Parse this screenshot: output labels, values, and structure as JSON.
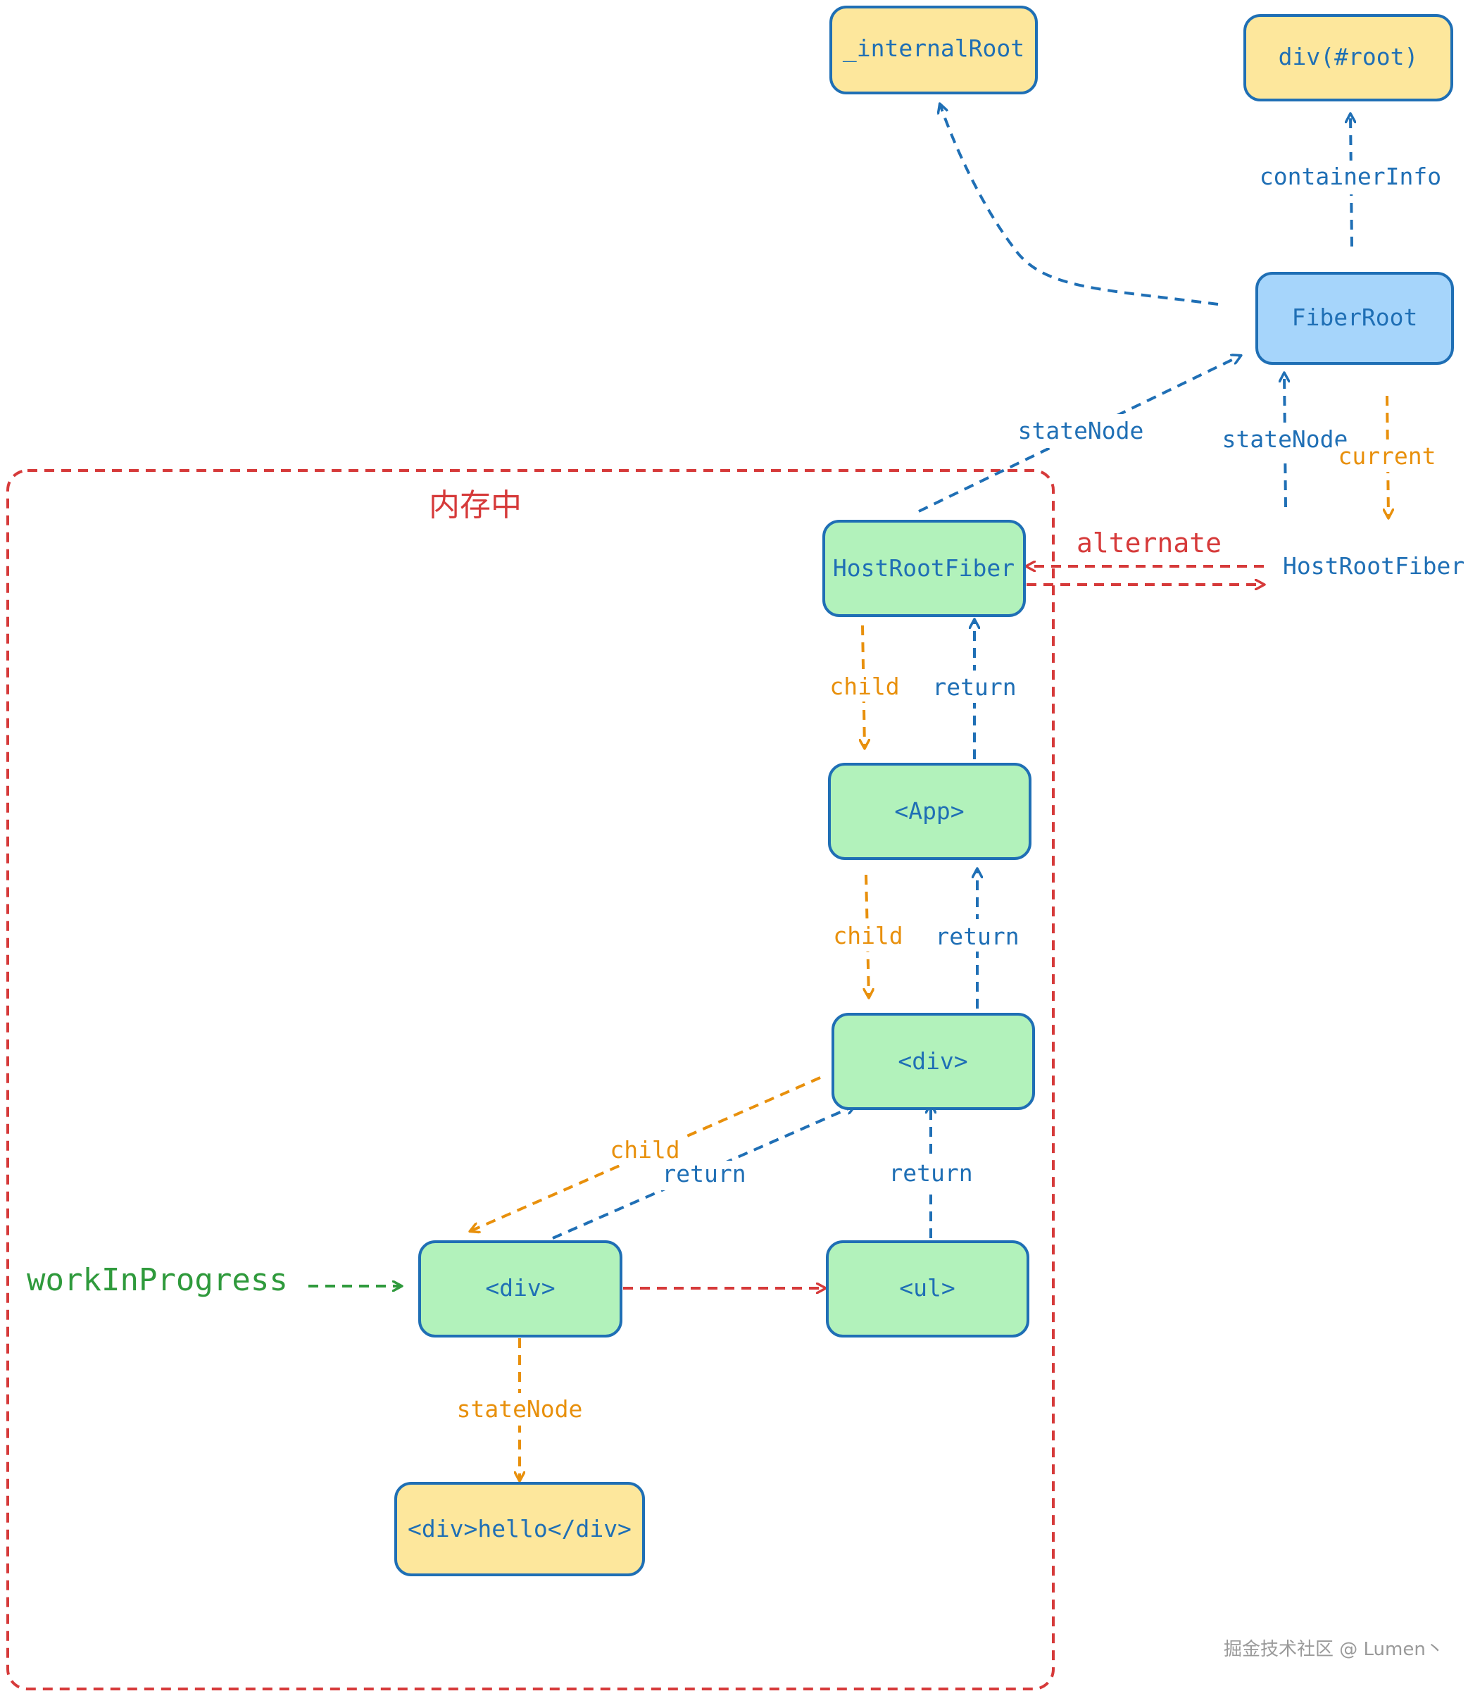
{
  "colors": {
    "blue": "#1f6fb5",
    "orange": "#e8900c",
    "red": "#d63a3a",
    "green": "#2f9a3c",
    "yellow_fill": "#fde79c",
    "blue_fill": "#a6d5fb",
    "green_fill": "#b2f2bb",
    "node_stroke": "#1f6fb5"
  },
  "region": {
    "label": "内存中"
  },
  "nodes": {
    "internal_root": "_internalRoot",
    "div_root": "div(#root)",
    "fiber_root": "FiberRoot",
    "host_root_fiber_wip": "HostRootFiber",
    "host_root_fiber_current": "HostRootFiber",
    "app": "<App>",
    "div_parent": "<div>",
    "div_child": "<div>",
    "ul": "<ul>",
    "dom_div": "<div>hello</div>"
  },
  "edges": {
    "container_info": "containerInfo",
    "state_node_wip": "stateNode",
    "state_node_current": "stateNode",
    "current": "current",
    "alternate": "alternate",
    "child_1": "child",
    "return_1": "return",
    "child_2": "child",
    "return_2": "return",
    "child_3": "child",
    "return_3": "return",
    "return_4": "return",
    "state_node_dom": "stateNode"
  },
  "pointer": {
    "label": "workInProgress"
  },
  "watermark": "掘金技术社区 @ Lumen丶"
}
